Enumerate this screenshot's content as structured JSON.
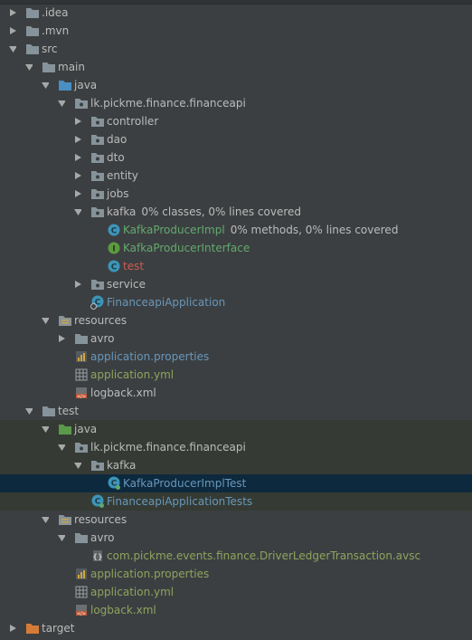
{
  "tree": {
    "idea": ".idea",
    "mvn": ".mvn",
    "src": "src",
    "main": "main",
    "main_java": "java",
    "main_pkg": "lk.pickme.finance.financeapi",
    "controller": "controller",
    "dao": "dao",
    "dto": "dto",
    "entity": "entity",
    "jobs": "jobs",
    "kafka": "kafka",
    "kafka_cov": "0% classes, 0% lines covered",
    "kafka_impl": "KafkaProducerImpl",
    "kafka_impl_cov": "0% methods, 0% lines covered",
    "kafka_iface": "KafkaProducerInterface",
    "kafka_test": "test",
    "service": "service",
    "app": "FinanceapiApplication",
    "resources": "resources",
    "avro": "avro",
    "app_props": "application.properties",
    "app_yml": "application.yml",
    "logback": "logback.xml",
    "test": "test",
    "test_java": "java",
    "test_pkg": "lk.pickme.finance.financeapi",
    "test_kafka": "kafka",
    "test_impl": "KafkaProducerImplTest",
    "app_tests": "FinanceapiApplicationTests",
    "test_resources": "resources",
    "test_avro": "avro",
    "avsc": "com.pickme.events.finance.DriverLedgerTransaction.avsc",
    "test_props": "application.properties",
    "test_yml": "application.yml",
    "test_logback": "logback.xml",
    "target": "target"
  },
  "colors": {
    "background": "#3c3f41",
    "selection": "#0d293e",
    "test_area": "#353b34",
    "folder": "#87939a",
    "folder_source": "#4a8ec2",
    "folder_test": "#5a9a4a",
    "folder_excluded": "#d67b37",
    "class_icon": "#3d95b8",
    "interface_icon": "#5c9a3e",
    "text_blue": "#6897bb",
    "text_green": "#62a96e",
    "text_red": "#cc5d54"
  }
}
